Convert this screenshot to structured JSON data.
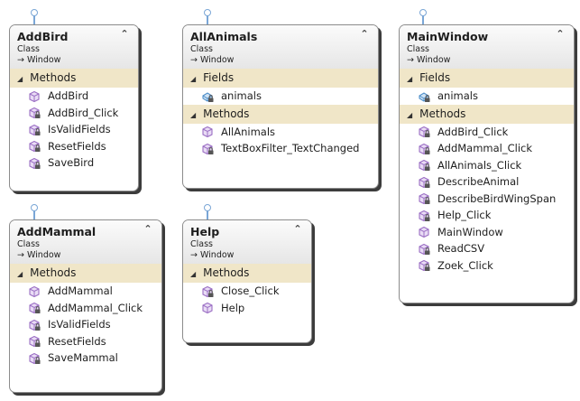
{
  "classes": [
    {
      "name": "AddBird",
      "stereotype": "Class",
      "base": "Window",
      "sections": [
        {
          "label": "Methods",
          "items": [
            "AddBird",
            "AddBird_Click",
            "IsValidFields",
            "ResetFields",
            "SaveBird"
          ],
          "icons": [
            "method",
            "method-lock",
            "method-lock",
            "method-lock",
            "method-lock"
          ]
        }
      ]
    },
    {
      "name": "AllAnimals",
      "stereotype": "Class",
      "base": "Window",
      "sections": [
        {
          "label": "Fields",
          "items": [
            "animals"
          ],
          "icons": [
            "field-lock"
          ]
        },
        {
          "label": "Methods",
          "items": [
            "AllAnimals",
            "TextBoxFilter_TextChanged"
          ],
          "icons": [
            "method",
            "method-lock"
          ]
        }
      ]
    },
    {
      "name": "MainWindow",
      "stereotype": "Class",
      "base": "Window",
      "sections": [
        {
          "label": "Fields",
          "items": [
            "animals"
          ],
          "icons": [
            "field-lock"
          ]
        },
        {
          "label": "Methods",
          "items": [
            "AddBird_Click",
            "AddMammal_Click",
            "AllAnimals_Click",
            "DescribeAnimal",
            "DescribeBirdWingSpan",
            "Help_Click",
            "MainWindow",
            "ReadCSV",
            "Zoek_Click"
          ],
          "icons": [
            "method-lock",
            "method-lock",
            "method-lock",
            "method-lock",
            "method-lock",
            "method-lock",
            "method",
            "method-lock",
            "method-lock"
          ]
        }
      ]
    },
    {
      "name": "AddMammal",
      "stereotype": "Class",
      "base": "Window",
      "sections": [
        {
          "label": "Methods",
          "items": [
            "AddMammal",
            "AddMammal_Click",
            "IsValidFields",
            "ResetFields",
            "SaveMammal"
          ],
          "icons": [
            "method",
            "method-lock",
            "method-lock",
            "method-lock",
            "method-lock"
          ]
        }
      ]
    },
    {
      "name": "Help",
      "stereotype": "Class",
      "base": "Window",
      "sections": [
        {
          "label": "Methods",
          "items": [
            "Close_Click",
            "Help"
          ],
          "icons": [
            "method-lock",
            "method"
          ]
        }
      ]
    }
  ],
  "colors": {
    "section_bg": "#f0e6c8",
    "method_icon": "#9b6fc4",
    "field_icon": "#4f8fc9",
    "connector": "#7aa6d6"
  }
}
